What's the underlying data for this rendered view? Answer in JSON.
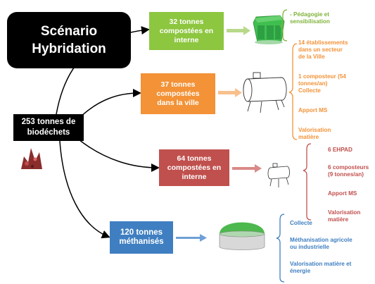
{
  "title": {
    "line1": "Scénario",
    "line2": "Hybridation"
  },
  "total": {
    "line1": "253 tonnes de",
    "line2": "biodéchets"
  },
  "branches": [
    {
      "line1": "32 tonnes",
      "line2": "compostées en",
      "line3": "interne"
    },
    {
      "line1": "37 tonnes",
      "line2": "compostées",
      "line3": "dans la ville"
    },
    {
      "line1": "64 tonnes",
      "line2": "compostées en",
      "line3": "interne"
    },
    {
      "line1": "120 tonnes",
      "line2": "méthanisés"
    }
  ],
  "list1": [
    "- Pédagogie et",
    "sensibilisation"
  ],
  "list2": [
    "14 établissements",
    "dans un  secteur",
    "de la Ville",
    "1 composteur (54",
    "tonnes/an)",
    "Collecte",
    "Apport MS",
    "Valorisation",
    "matière"
  ],
  "list3": [
    "6 EHPAD",
    "6 composteurs",
    "(9 tonnes/an)",
    "Apport MS",
    "Valorisation",
    "matière"
  ],
  "list4": [
    "Collecte",
    "Méthanisation agricole",
    "ou industrielle",
    "Valorisation matière et",
    "énergie"
  ],
  "colors": {
    "green": "#8dc63f",
    "orange": "#f39237",
    "red": "#c0504d",
    "blue": "#3f7fc1"
  }
}
